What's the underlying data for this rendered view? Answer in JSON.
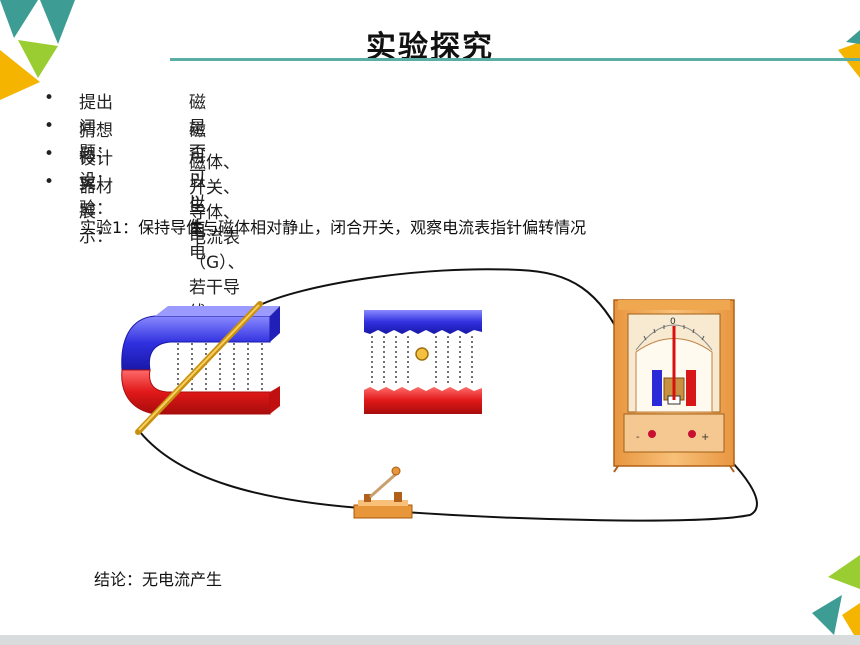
{
  "title": "实验探究",
  "bullets": [
    {
      "label": "提出问题：",
      "value": "磁是否可以生电"
    },
    {
      "label": "猜想假设：",
      "value": "磁可以生电"
    },
    {
      "label": "设计实验：",
      "value": "磁体、开关、导体、电流表（G）、若干导线"
    },
    {
      "label": "器材展示：",
      "value": ""
    }
  ],
  "bullet_mark": "•",
  "experiment": "实验1：保持导体与磁体相对静止，闭合开关，观察电流表指针偏转情况",
  "conclusion": "结论：无电流产生",
  "meter": {
    "zero_label": "0",
    "minus_label": "-",
    "plus_label": "+"
  },
  "colors": {
    "accent": "#5aaea5",
    "tri_teal": "#3d9c94",
    "tri_green": "#9acd32",
    "tri_orange": "#f4b400"
  }
}
